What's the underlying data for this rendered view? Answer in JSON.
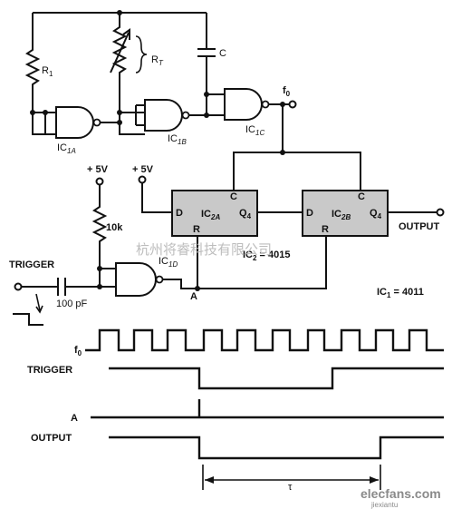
{
  "components": {
    "r1": "R",
    "r1_sub": "1",
    "rt": "R",
    "rt_sub": "T",
    "c": "C",
    "ic1a": "IC",
    "ic1a_sub": "1A",
    "ic1b": "IC",
    "ic1b_sub": "1B",
    "ic1c": "IC",
    "ic1c_sub": "1C",
    "ic1d": "IC",
    "ic1d_sub": "1D",
    "ic2a": "IC",
    "ic2a_sub": "2A",
    "ic2b": "IC",
    "ic2b_sub": "2B",
    "f0": "f",
    "f0_sub": "0",
    "plus5v_1": "+ 5V",
    "plus5v_2": "+ 5V",
    "r10k": "10k",
    "cap100": "100 pF",
    "trigger": "TRIGGER",
    "node_a": "A",
    "output": "OUTPUT",
    "pin_d": "D",
    "pin_c": "C",
    "pin_r": "R",
    "pin_q": "Q",
    "pin_q_sub": "4",
    "ic2_part": "IC",
    "ic2_part_sub": "2",
    "ic2_part_val": " = 4015",
    "ic1_part": "IC",
    "ic1_part_sub": "1",
    "ic1_part_val": " = 4011"
  },
  "timing": {
    "f0": "f",
    "f0_sub": "0",
    "trigger": "TRIGGER",
    "a": "A",
    "output": "OUTPUT",
    "tau": "τ"
  },
  "watermark": {
    "text": "杭州将睿科技有限公司",
    "logo": "elecfans.com",
    "logo_sub": "jiexiantu"
  }
}
